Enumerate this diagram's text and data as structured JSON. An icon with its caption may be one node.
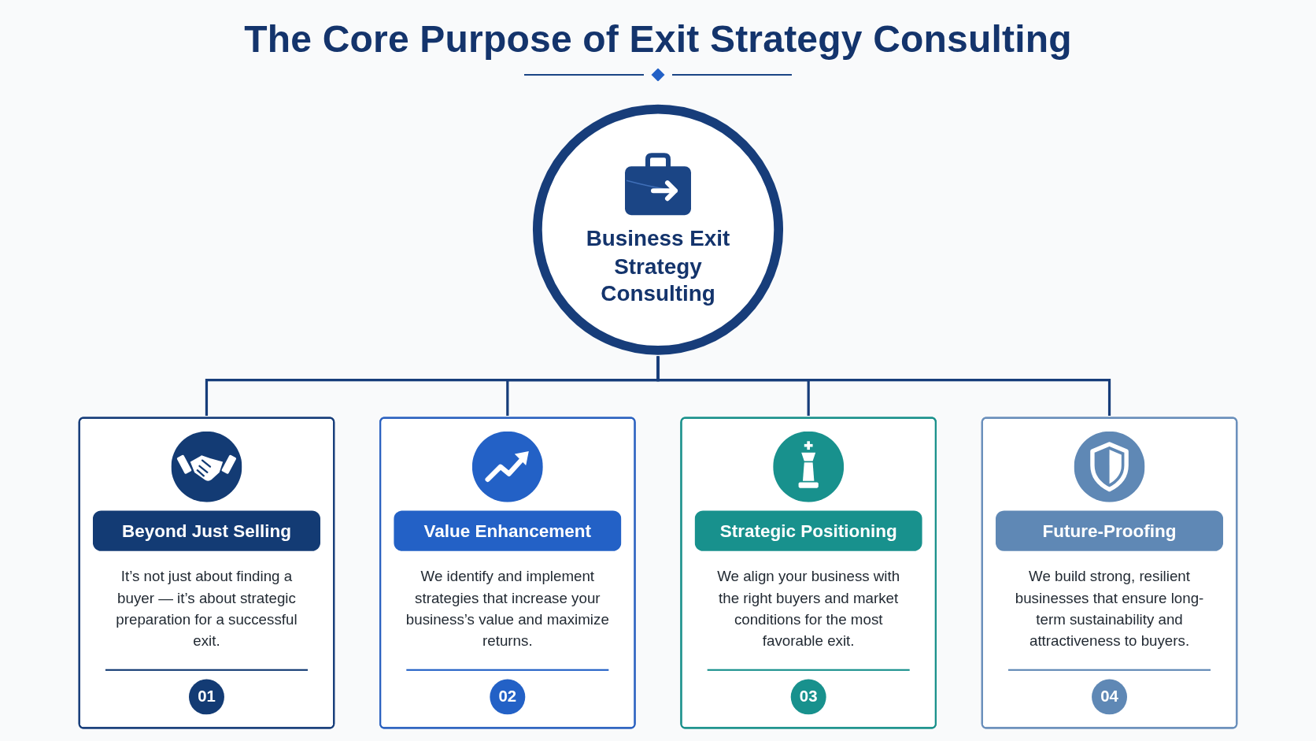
{
  "diagram": {
    "title": "The Core Purpose of Exit Strategy Consulting",
    "nodes": [
      {
        "text": [
          "Business Exit Strategy Consulting"
        ]
      },
      {
        "text": [
          "Beyond Just Selling",
          "It’s not just about finding a buyer — it’s about strategic preparation for a successful exit.",
          "01"
        ]
      },
      {
        "text": [
          "Value Enhancement",
          "We identify and implement strategies that increase your business’s value and maximize returns.",
          "02"
        ]
      },
      {
        "text": [
          "Strategic Positioning",
          "We align your business with the right buyers and market conditions for the most favorable exit.",
          "03"
        ]
      },
      {
        "text": [
          "Future-Proofing",
          "We build strong, resilient businesses that ensure long-term sustainability and attractiveness to buyers.",
          "04"
        ]
      }
    ],
    "edges": [
      {
        "from": 0,
        "to": 1,
        "arrow": "none"
      },
      {
        "from": 0,
        "to": 2,
        "arrow": "none"
      },
      {
        "from": 0,
        "to": 3,
        "arrow": "none"
      },
      {
        "from": 0,
        "to": 4,
        "arrow": "none"
      }
    ]
  }
}
